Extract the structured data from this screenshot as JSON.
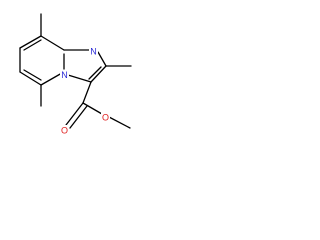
{
  "molecule": {
    "atoms": {
      "ring_nitrogen": "N",
      "bridgehead_nitrogen": "N",
      "carbonyl_oxygen": "O",
      "ester_oxygen": "O"
    },
    "colors": {
      "bond": "#000000",
      "nitrogen": "#2b2bd6",
      "oxygen": "#e02020",
      "background": "#ffffff"
    }
  }
}
